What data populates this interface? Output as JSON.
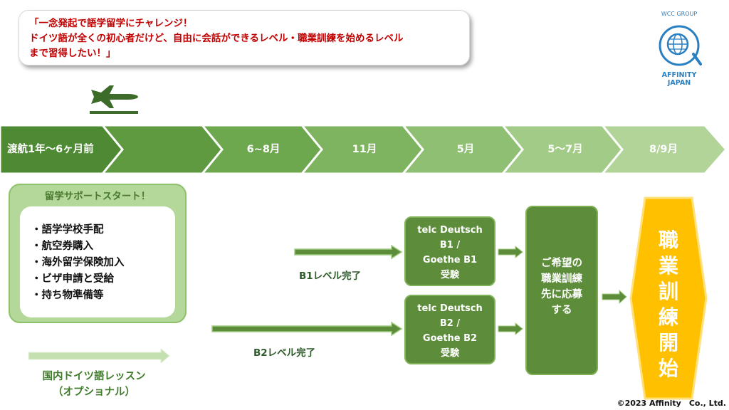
{
  "quote": {
    "line1": "「一念発起で語学留学にチャレンジ！",
    "line2": "ドイツ語が全くの初心者だけど、自由に会話ができるレベル・職業訓練を始めるレベル",
    "line3": "まで習得したい！」"
  },
  "logo": {
    "group": "WCC GROUP",
    "name1": "AFFINITY",
    "name2": "JAPAN",
    "icon": "globe-a-logo-icon",
    "color": "#2a7fc0"
  },
  "plane_icon": "airplane-icon",
  "timeline": {
    "steps": [
      "渡航1年〜6ヶ月前",
      "",
      "6~8月",
      "11月",
      "5月",
      "5〜7月",
      "8/9月"
    ],
    "colors": [
      "#4e8a34",
      "#5f9a40",
      "#6ea84e",
      "#7eb35f",
      "#8fbf72",
      "#a2cb87",
      "#b2d499"
    ]
  },
  "support": {
    "title": "留学サポートスタート！",
    "items": [
      "・語学学校手配",
      "・航空券購入",
      "・海外留学保険加入",
      "・ビザ申請と受給",
      "・持ち物準備等"
    ]
  },
  "lesson": {
    "line1": "国内ドイツ語レッスン",
    "line2": "（オプショナル）"
  },
  "b1": {
    "label": "B1レベル完了",
    "exam_line1": "telc Deutsch",
    "exam_line2": "B1 /",
    "exam_line3": "Goethe B1",
    "exam_line4": "受験"
  },
  "b2": {
    "label": "B2レベル完了",
    "exam_line1": "telc Deutsch",
    "exam_line2": "B2 /",
    "exam_line3": "Goethe B2",
    "exam_line4": "受験"
  },
  "apply": {
    "line1": "ご希望の",
    "line2": "職業訓練",
    "line3": "先に応募",
    "line4": "する"
  },
  "start": {
    "chars": [
      "職",
      "業",
      "訓",
      "練",
      "開",
      "始"
    ],
    "color": "#ffc000"
  },
  "copyright": "©2023 Affinity　Co., Ltd."
}
